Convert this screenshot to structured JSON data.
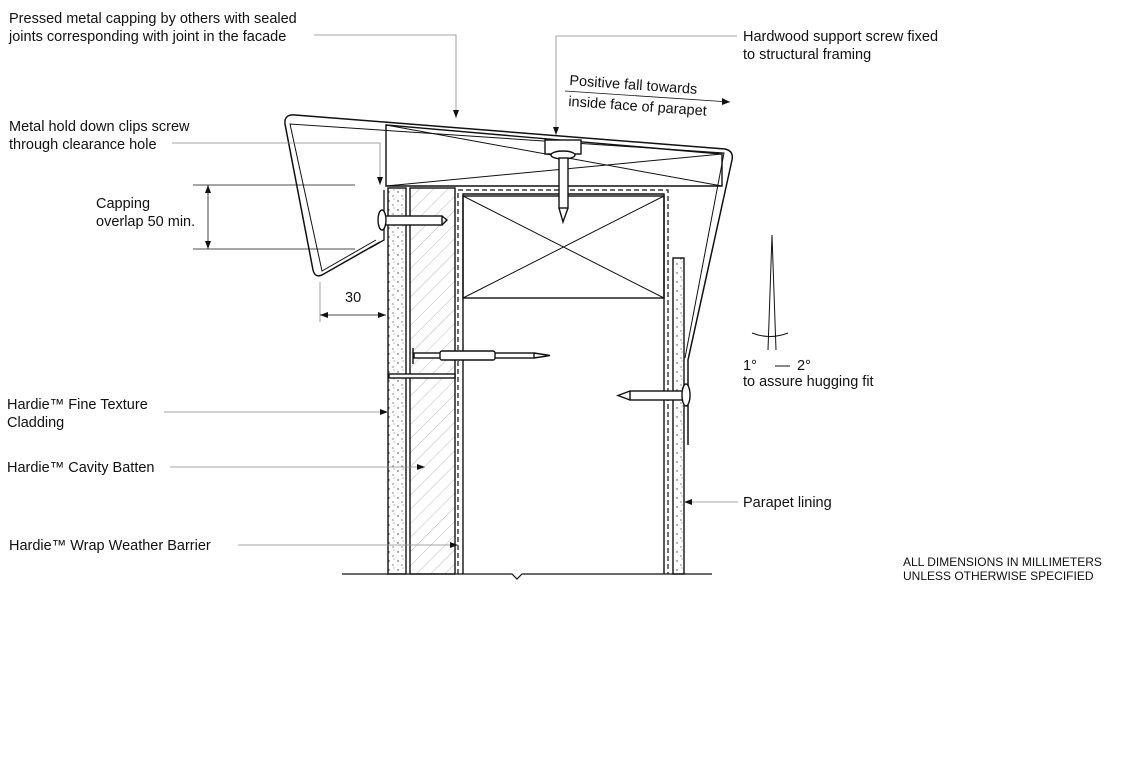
{
  "labels": {
    "capping_line1": "Pressed metal capping by others with sealed",
    "capping_line2": "joints corresponding with joint in the facade",
    "screw_line1": "Hardwood support screw fixed",
    "screw_line2": "to structural framing",
    "fall_line1": "Positive fall towards",
    "fall_line2": "inside face of parapet",
    "clips_line1": "Metal hold down clips screw",
    "clips_line2": "through clearance hole",
    "overlap_line1": "Capping",
    "overlap_line2": "overlap 50 min.",
    "dim_30": "30",
    "angle_1": "1°",
    "angle_2": "2°",
    "hugging": "to assure hugging fit",
    "cladding_line1": "Hardie™ Fine Texture",
    "cladding_line2": "Cladding",
    "batten": "Hardie™ Cavity Batten",
    "wrap": "Hardie™ Wrap Weather Barrier",
    "lining": "Parapet lining",
    "note_line1": "ALL DIMENSIONS IN MILLIMETERS",
    "note_line2": "UNLESS OTHERWISE SPECIFIED"
  }
}
